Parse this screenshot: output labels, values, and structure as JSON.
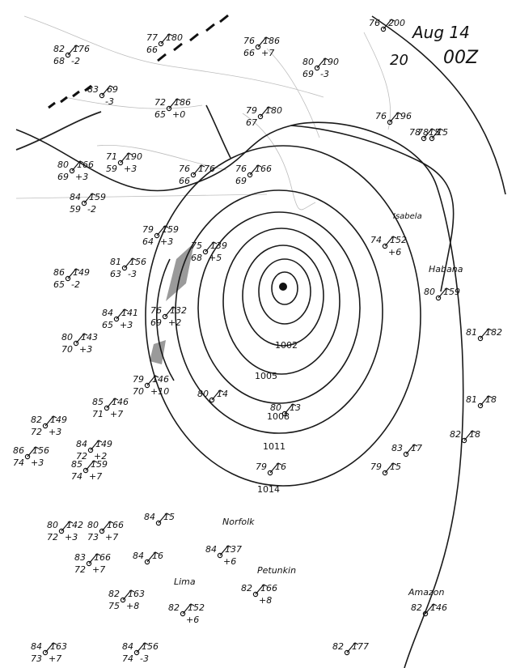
{
  "header": {
    "day": "Aug 14",
    "time": "00Z",
    "small_number": "20"
  },
  "isobar_labels": [
    "1002",
    "1005",
    "1008",
    "1011",
    "1014"
  ],
  "place_labels": [
    "Habana",
    "Norfolk",
    "Petunkin",
    "Lima",
    "Amazon",
    "Isabela"
  ],
  "observations": [
    {
      "temp": "82",
      "pres": "176",
      "dew": "68",
      "tend": "-2"
    },
    {
      "temp": "77",
      "pres": "180",
      "dew": "66",
      "tend": ""
    },
    {
      "temp": "76",
      "pres": "186",
      "dew": "66",
      "tend": "+7"
    },
    {
      "temp": "80",
      "pres": "190",
      "dew": "69",
      "tend": "-3"
    },
    {
      "temp": "76",
      "pres": "200",
      "dew": "",
      "tend": ""
    },
    {
      "temp": "83",
      "pres": "69",
      "dew": "",
      "tend": "-3"
    },
    {
      "temp": "72",
      "pres": "186",
      "dew": "65",
      "tend": "+0"
    },
    {
      "temp": "79",
      "pres": "180",
      "dew": "67",
      "tend": ""
    },
    {
      "temp": "76",
      "pres": "196",
      "dew": "",
      "tend": ""
    },
    {
      "temp": "78",
      "pres": "15",
      "dew": "",
      "tend": ""
    },
    {
      "temp": "80",
      "pres": "166",
      "dew": "69",
      "tend": "+3"
    },
    {
      "temp": "71",
      "pres": "190",
      "dew": "59",
      "tend": "+3"
    },
    {
      "temp": "76",
      "pres": "176",
      "dew": "66",
      "tend": ""
    },
    {
      "temp": "76",
      "pres": "166",
      "dew": "69",
      "tend": ""
    },
    {
      "temp": "84",
      "pres": "159",
      "dew": "59",
      "tend": "-2"
    },
    {
      "temp": "79",
      "pres": "159",
      "dew": "64",
      "tend": "+3"
    },
    {
      "temp": "75",
      "pres": "139",
      "dew": "68",
      "tend": "+5"
    },
    {
      "temp": "81",
      "pres": "156",
      "dew": "63",
      "tend": "-3"
    },
    {
      "temp": "86",
      "pres": "149",
      "dew": "65",
      "tend": "-2"
    },
    {
      "temp": "84",
      "pres": "141",
      "dew": "65",
      "tend": "+3"
    },
    {
      "temp": "76",
      "pres": "132",
      "dew": "69",
      "tend": "+2"
    },
    {
      "temp": "80",
      "pres": "143",
      "dew": "70",
      "tend": "+3"
    },
    {
      "temp": "74",
      "pres": "152",
      "dew": "",
      "tend": "+6"
    },
    {
      "temp": "80",
      "pres": "159",
      "dew": "",
      "tend": ""
    },
    {
      "temp": "81",
      "pres": "182",
      "dew": "",
      "tend": ""
    },
    {
      "temp": "79",
      "pres": "146",
      "dew": "70",
      "tend": "+10"
    },
    {
      "temp": "85",
      "pres": "146",
      "dew": "71",
      "tend": "+7"
    },
    {
      "temp": "82",
      "pres": "149",
      "dew": "72",
      "tend": "+3"
    },
    {
      "temp": "84",
      "pres": "149",
      "dew": "72",
      "tend": "+2"
    },
    {
      "temp": "86",
      "pres": "156",
      "dew": "74",
      "tend": "+3"
    },
    {
      "temp": "85",
      "pres": "159",
      "dew": "74",
      "tend": "+7"
    },
    {
      "temp": "80",
      "pres": "142",
      "dew": "72",
      "tend": "+3"
    },
    {
      "temp": "80",
      "pres": "166",
      "dew": "73",
      "tend": "+7"
    },
    {
      "temp": "83",
      "pres": "166",
      "dew": "72",
      "tend": "+7"
    },
    {
      "temp": "82",
      "pres": "163",
      "dew": "75",
      "tend": "+8"
    },
    {
      "temp": "84",
      "pres": "163",
      "dew": "73",
      "tend": "+7"
    },
    {
      "temp": "84",
      "pres": "156",
      "dew": "74",
      "tend": "-3"
    },
    {
      "temp": "82",
      "pres": "152",
      "dew": "",
      "tend": "+6"
    },
    {
      "temp": "84",
      "pres": "137",
      "dew": "",
      "tend": "+6"
    },
    {
      "temp": "82",
      "pres": "166",
      "dew": "",
      "tend": "+8"
    },
    {
      "temp": "83",
      "pres": "17",
      "dew": "",
      "tend": ""
    },
    {
      "temp": "79",
      "pres": "15",
      "dew": "",
      "tend": ""
    },
    {
      "temp": "84",
      "pres": "15",
      "dew": "",
      "tend": ""
    },
    {
      "temp": "84",
      "pres": "16",
      "dew": "",
      "tend": ""
    },
    {
      "temp": "79",
      "pres": "16",
      "dew": "",
      "tend": ""
    },
    {
      "temp": "80",
      "pres": "13",
      "dew": "",
      "tend": ""
    },
    {
      "temp": "80",
      "pres": "14",
      "dew": "",
      "tend": ""
    },
    {
      "temp": "82",
      "pres": "18",
      "dew": "",
      "tend": ""
    },
    {
      "temp": "81",
      "pres": "18",
      "dew": "",
      "tend": ""
    },
    {
      "temp": "78",
      "pres": "15",
      "dew": "",
      "tend": ""
    },
    {
      "temp": "82",
      "pres": "177",
      "dew": "",
      "tend": ""
    },
    {
      "temp": "82",
      "pres": "146",
      "dew": "",
      "tend": ""
    }
  ]
}
